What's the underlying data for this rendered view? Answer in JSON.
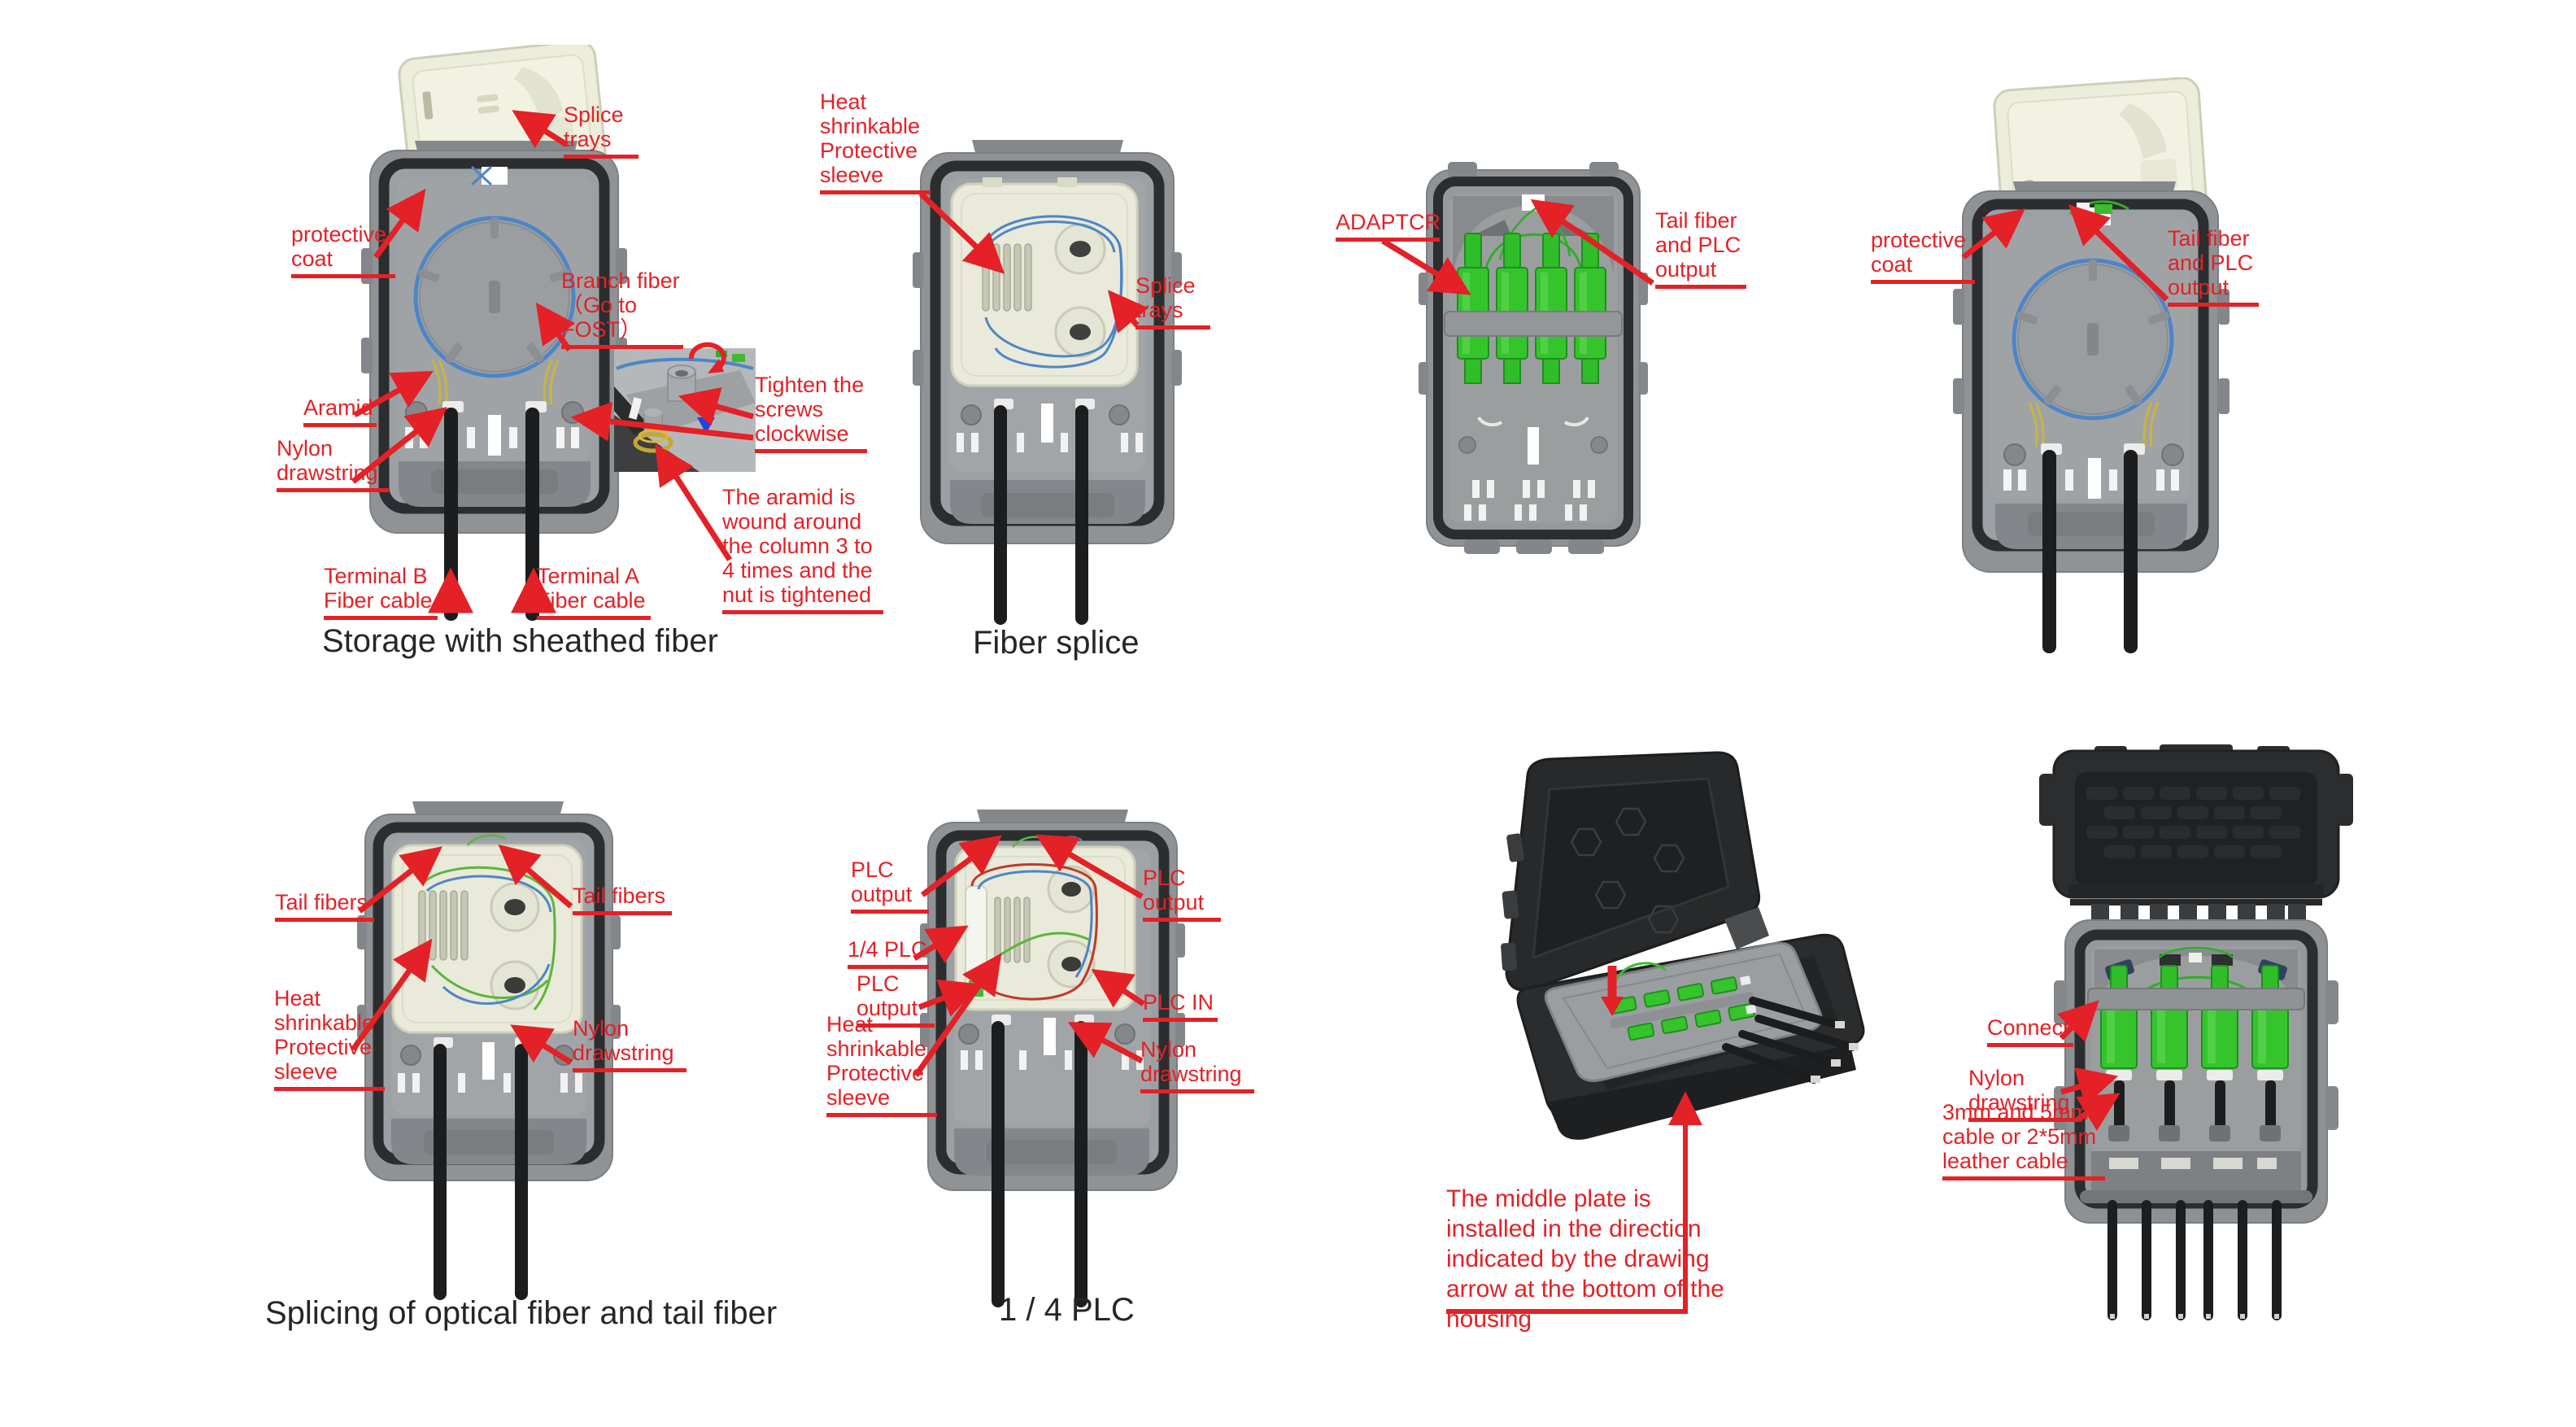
{
  "colors": {
    "annotation_red": "#e32126",
    "caption_text": "#262626",
    "device_body_gray": "#909396",
    "device_ring_black": "#2b2d2e",
    "lid_cream": "#ecedda",
    "tray_cream": "#e9ead9",
    "connector_green": "#35c42c",
    "fiber_blue": "#4d86c6",
    "fiber_green": "#2fae27",
    "aramid_yellow": "#c9b53e",
    "case_black": "#2a2c2d"
  },
  "figures": [
    {
      "name": "storage-with-sheathed-fiber",
      "caption": "Storage with sheathed fiber",
      "labels": {
        "splice_trays": "Splice trays",
        "protective_coat": "protective coat",
        "branch_fiber": "Branch fiber（Go to FOST）",
        "aramid": "Aramid",
        "nylon_drawstring": "Nylon drawstring",
        "terminal_b": "Terminal B Fiber cable",
        "terminal_a": "Terminal A Fiber cable",
        "tighten_screws": "Tighten the screws clockwise",
        "aramid_note": "The aramid is wound around the column 3 to 4 times and the nut is tightened"
      }
    },
    {
      "name": "fiber-splice",
      "caption": "Fiber splice",
      "labels": {
        "heat_sleeve": "Heat shrinkable Protective sleeve",
        "splice_trays": "Splice trays"
      }
    },
    {
      "name": "adapter-output",
      "labels": {
        "adaptcr": "ADAPTCR",
        "tail_fiber_plc_output": "Tail fiber and PLC output"
      }
    },
    {
      "name": "tail-fiber-plc",
      "labels": {
        "protective_coat": "protective coat",
        "tail_fiber_plc_output": "Tail fiber and PLC output"
      }
    },
    {
      "name": "splicing-optical-tail-fiber",
      "caption": "Splicing of optical fiber and tail fiber",
      "labels": {
        "tail_fibers_left": "Tail fibers",
        "tail_fibers_right": "Tail fibers",
        "heat_sleeve": "Heat shrinkable Protective sleeve",
        "nylon_drawstring": "Nylon drawstring"
      }
    },
    {
      "name": "quarter-plc",
      "caption": "1 / 4 PLC",
      "labels": {
        "plc_output_top_left": "PLC output",
        "plc_output_top_right": "PLC output",
        "quarter_plc": "1/4 PLC",
        "plc_output_mid_left": "PLC output",
        "heat_sleeve": "Heat shrinkable Protective sleeve",
        "plc_in": "PLC IN",
        "nylon_drawstring": "Nylon drawstring"
      }
    },
    {
      "name": "middle-plate-install",
      "note": "The middle plate is installed in the direction indicated by the drawing arrow at the bottom of the housing"
    },
    {
      "name": "connect-cables",
      "labels": {
        "connect": "Connect",
        "nylon_drawstring": "Nylon drawstring",
        "cable_spec": "3mm and 5mm cable or 2*5mm leather cable"
      }
    }
  ]
}
